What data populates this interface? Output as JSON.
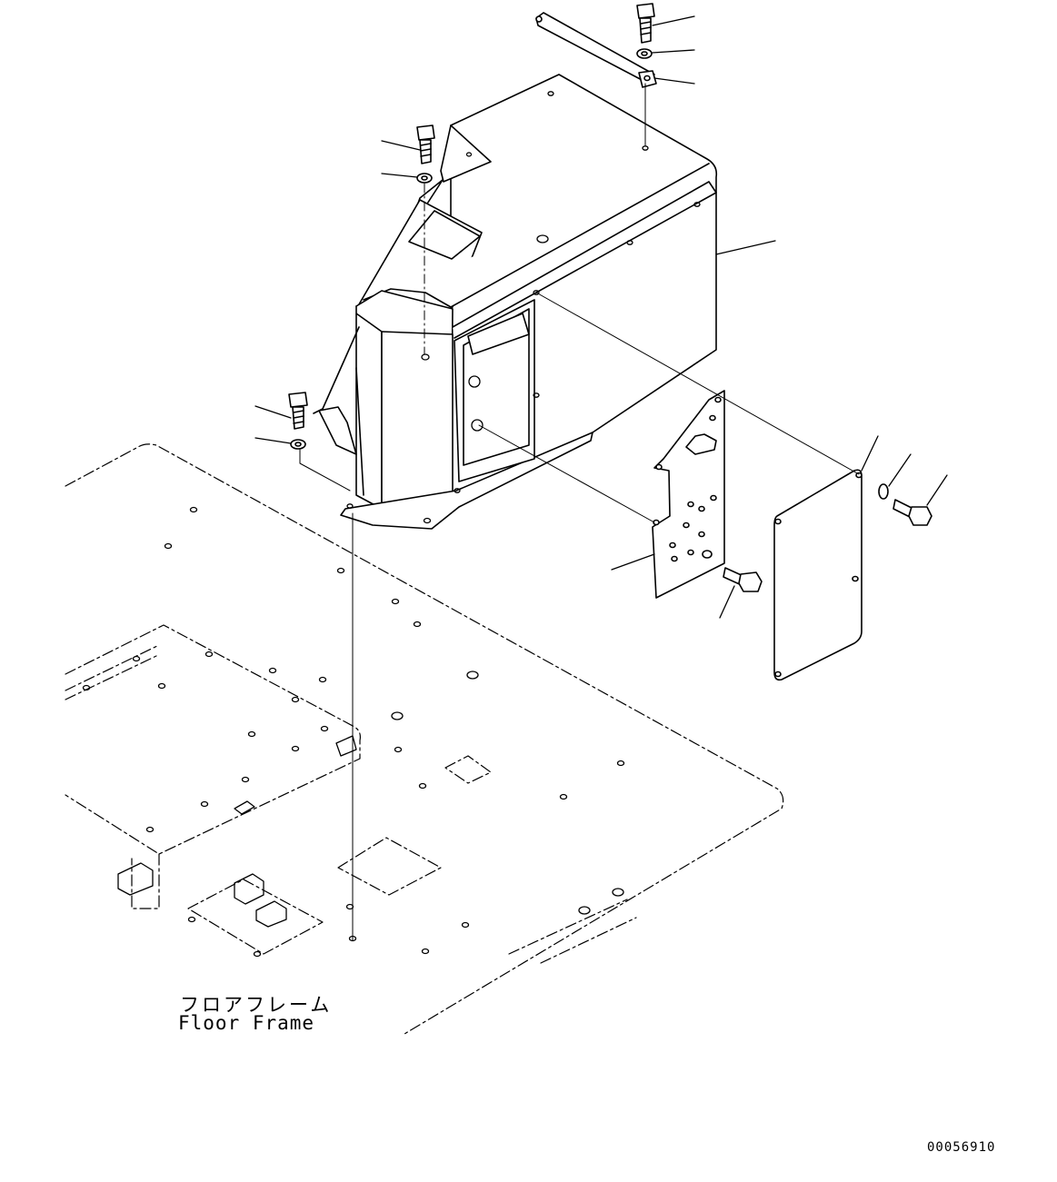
{
  "diagram": {
    "floor_label_jp": "フロアフレーム",
    "floor_label_en": "Floor Frame",
    "drawing_number": "00056910"
  }
}
